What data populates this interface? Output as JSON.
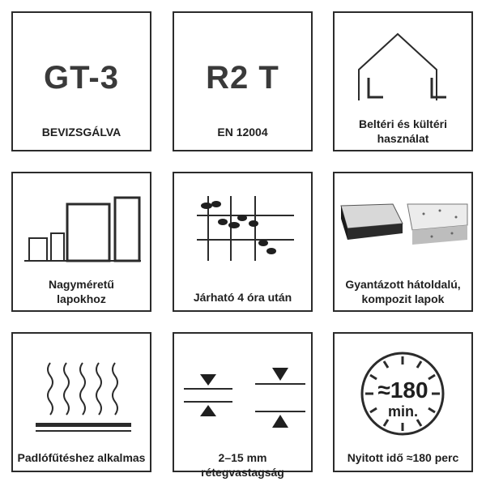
{
  "tiles": [
    {
      "big": "GT-3",
      "caption": "BEVIZSGÁLVA"
    },
    {
      "big": "R2 T",
      "caption": "EN 12004"
    },
    {
      "caption_line1": "Beltéri és kültéri",
      "caption_line2": "használat"
    },
    {
      "caption_line1": "Nagyméretű",
      "caption_line2": "lapokhoz"
    },
    {
      "caption": "Járható 4 óra után"
    },
    {
      "caption_line1": "Gyantázott hátoldalú,",
      "caption_line2": "kompozit lapok"
    },
    {
      "caption": "Padlófűtéshez alkalmas"
    },
    {
      "caption": "2–15 mm rétegvastagság"
    },
    {
      "caption": "Nyitott idő ≈180 perc",
      "clock_value": "≈180",
      "clock_unit": "min."
    }
  ],
  "icons": [
    "house-icon",
    "tile-sizes-icon",
    "footprints-grid-icon",
    "tile-samples-icon",
    "heat-waves-icon",
    "thickness-icon",
    "clock-icon"
  ],
  "colors": {
    "border": "#2b2b2b",
    "text": "#1f1f1f",
    "big_text": "#3a3a3a"
  }
}
